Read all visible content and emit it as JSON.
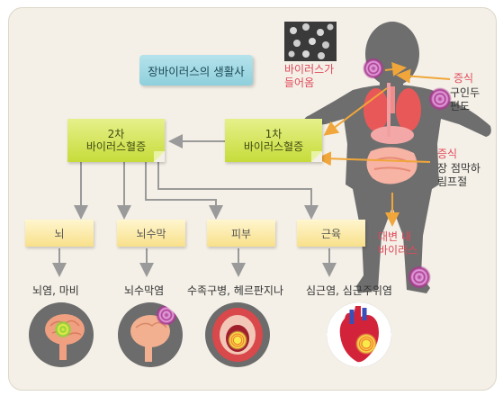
{
  "title": "장바이러스의 생활사",
  "stage1": {
    "line1": "1차",
    "line2": "바이러스혈증"
  },
  "stage2": {
    "line1": "2차",
    "line2": "바이러스혈증"
  },
  "virus_enters": {
    "line1": "바이러스가",
    "line2": "들어옴"
  },
  "proliferation1": {
    "label": "증식",
    "line1": "구인두",
    "line2": "편도"
  },
  "proliferation2": {
    "label": "증식",
    "line1": "장 점막하",
    "line2": "림프절"
  },
  "stool": {
    "line1": "대변 내",
    "line2": "바이러스"
  },
  "targets": [
    {
      "label": "뇌",
      "result": "뇌염, 마비"
    },
    {
      "label": "뇌수막",
      "result": "뇌수막염"
    },
    {
      "label": "피부",
      "result": "수족구병, 헤르판지나"
    },
    {
      "label": "근육",
      "result": "심근염, 심근주위염"
    }
  ],
  "colors": {
    "red_text": "#e0495a",
    "orange_arrow": "#f0a63a",
    "gray_arrow": "#9a9a9a",
    "note_green": "#c6dc3a",
    "note_yellow": "#f8e08a",
    "title_blue": "#8ecfdc"
  }
}
